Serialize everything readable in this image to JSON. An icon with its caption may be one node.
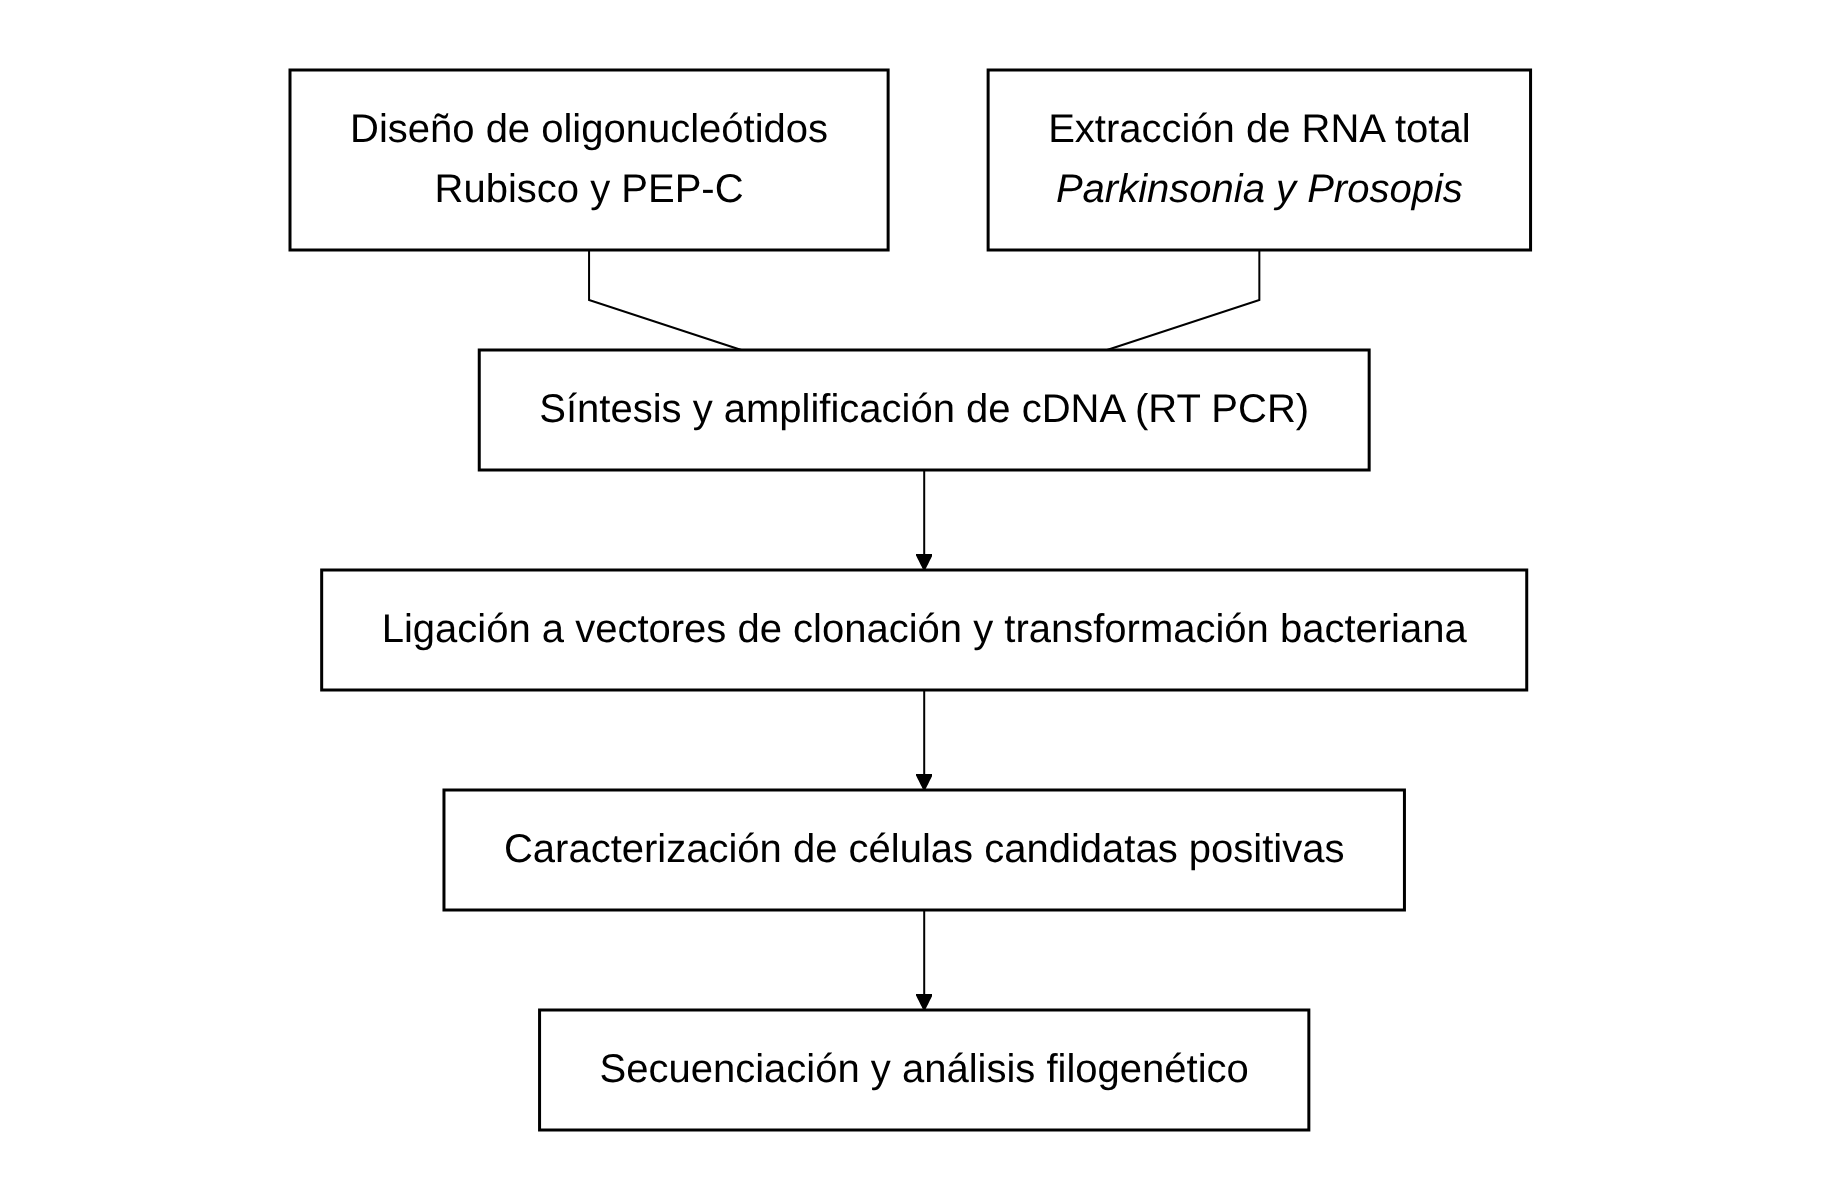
{
  "diagram": {
    "nodes": [
      {
        "text": [
          "Diseño de oligonucleótidos",
          "Rubisco y PEP-C"
        ]
      },
      {
        "text": [
          "Extracción de RNA total",
          "Parkinsonia y Prosopis"
        ]
      },
      {
        "text": [
          "Síntesis y amplificación de cDNA (RT PCR)"
        ]
      },
      {
        "text": [
          "Ligación a vectores de clonación y transformación bacteriana"
        ]
      },
      {
        "text": [
          "Caracterización de células candidatas positivas"
        ]
      },
      {
        "text": [
          "Secuenciación y análisis filogenético"
        ]
      }
    ],
    "edges": [
      {
        "from": 0,
        "to": 2,
        "arrow": "none"
      },
      {
        "from": 1,
        "to": 2,
        "arrow": "none"
      },
      {
        "from": 2,
        "to": 3,
        "arrow": "to"
      },
      {
        "from": 3,
        "to": 4,
        "arrow": "to"
      },
      {
        "from": 4,
        "to": 5,
        "arrow": "to"
      }
    ]
  }
}
